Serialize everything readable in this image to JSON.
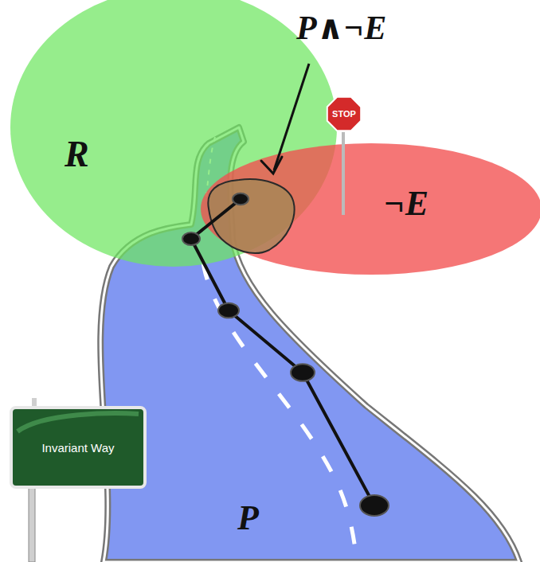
{
  "diagram": {
    "nodes": [
      {
        "text": [
          "P"
        ]
      },
      {
        "text": [
          "R"
        ]
      },
      {
        "text": [
          "¬E"
        ]
      },
      {
        "text": [
          "STOP"
        ]
      },
      {
        "text": [
          "Invariant Way"
        ]
      }
    ],
    "labels": [
      "P∧¬E"
    ]
  }
}
